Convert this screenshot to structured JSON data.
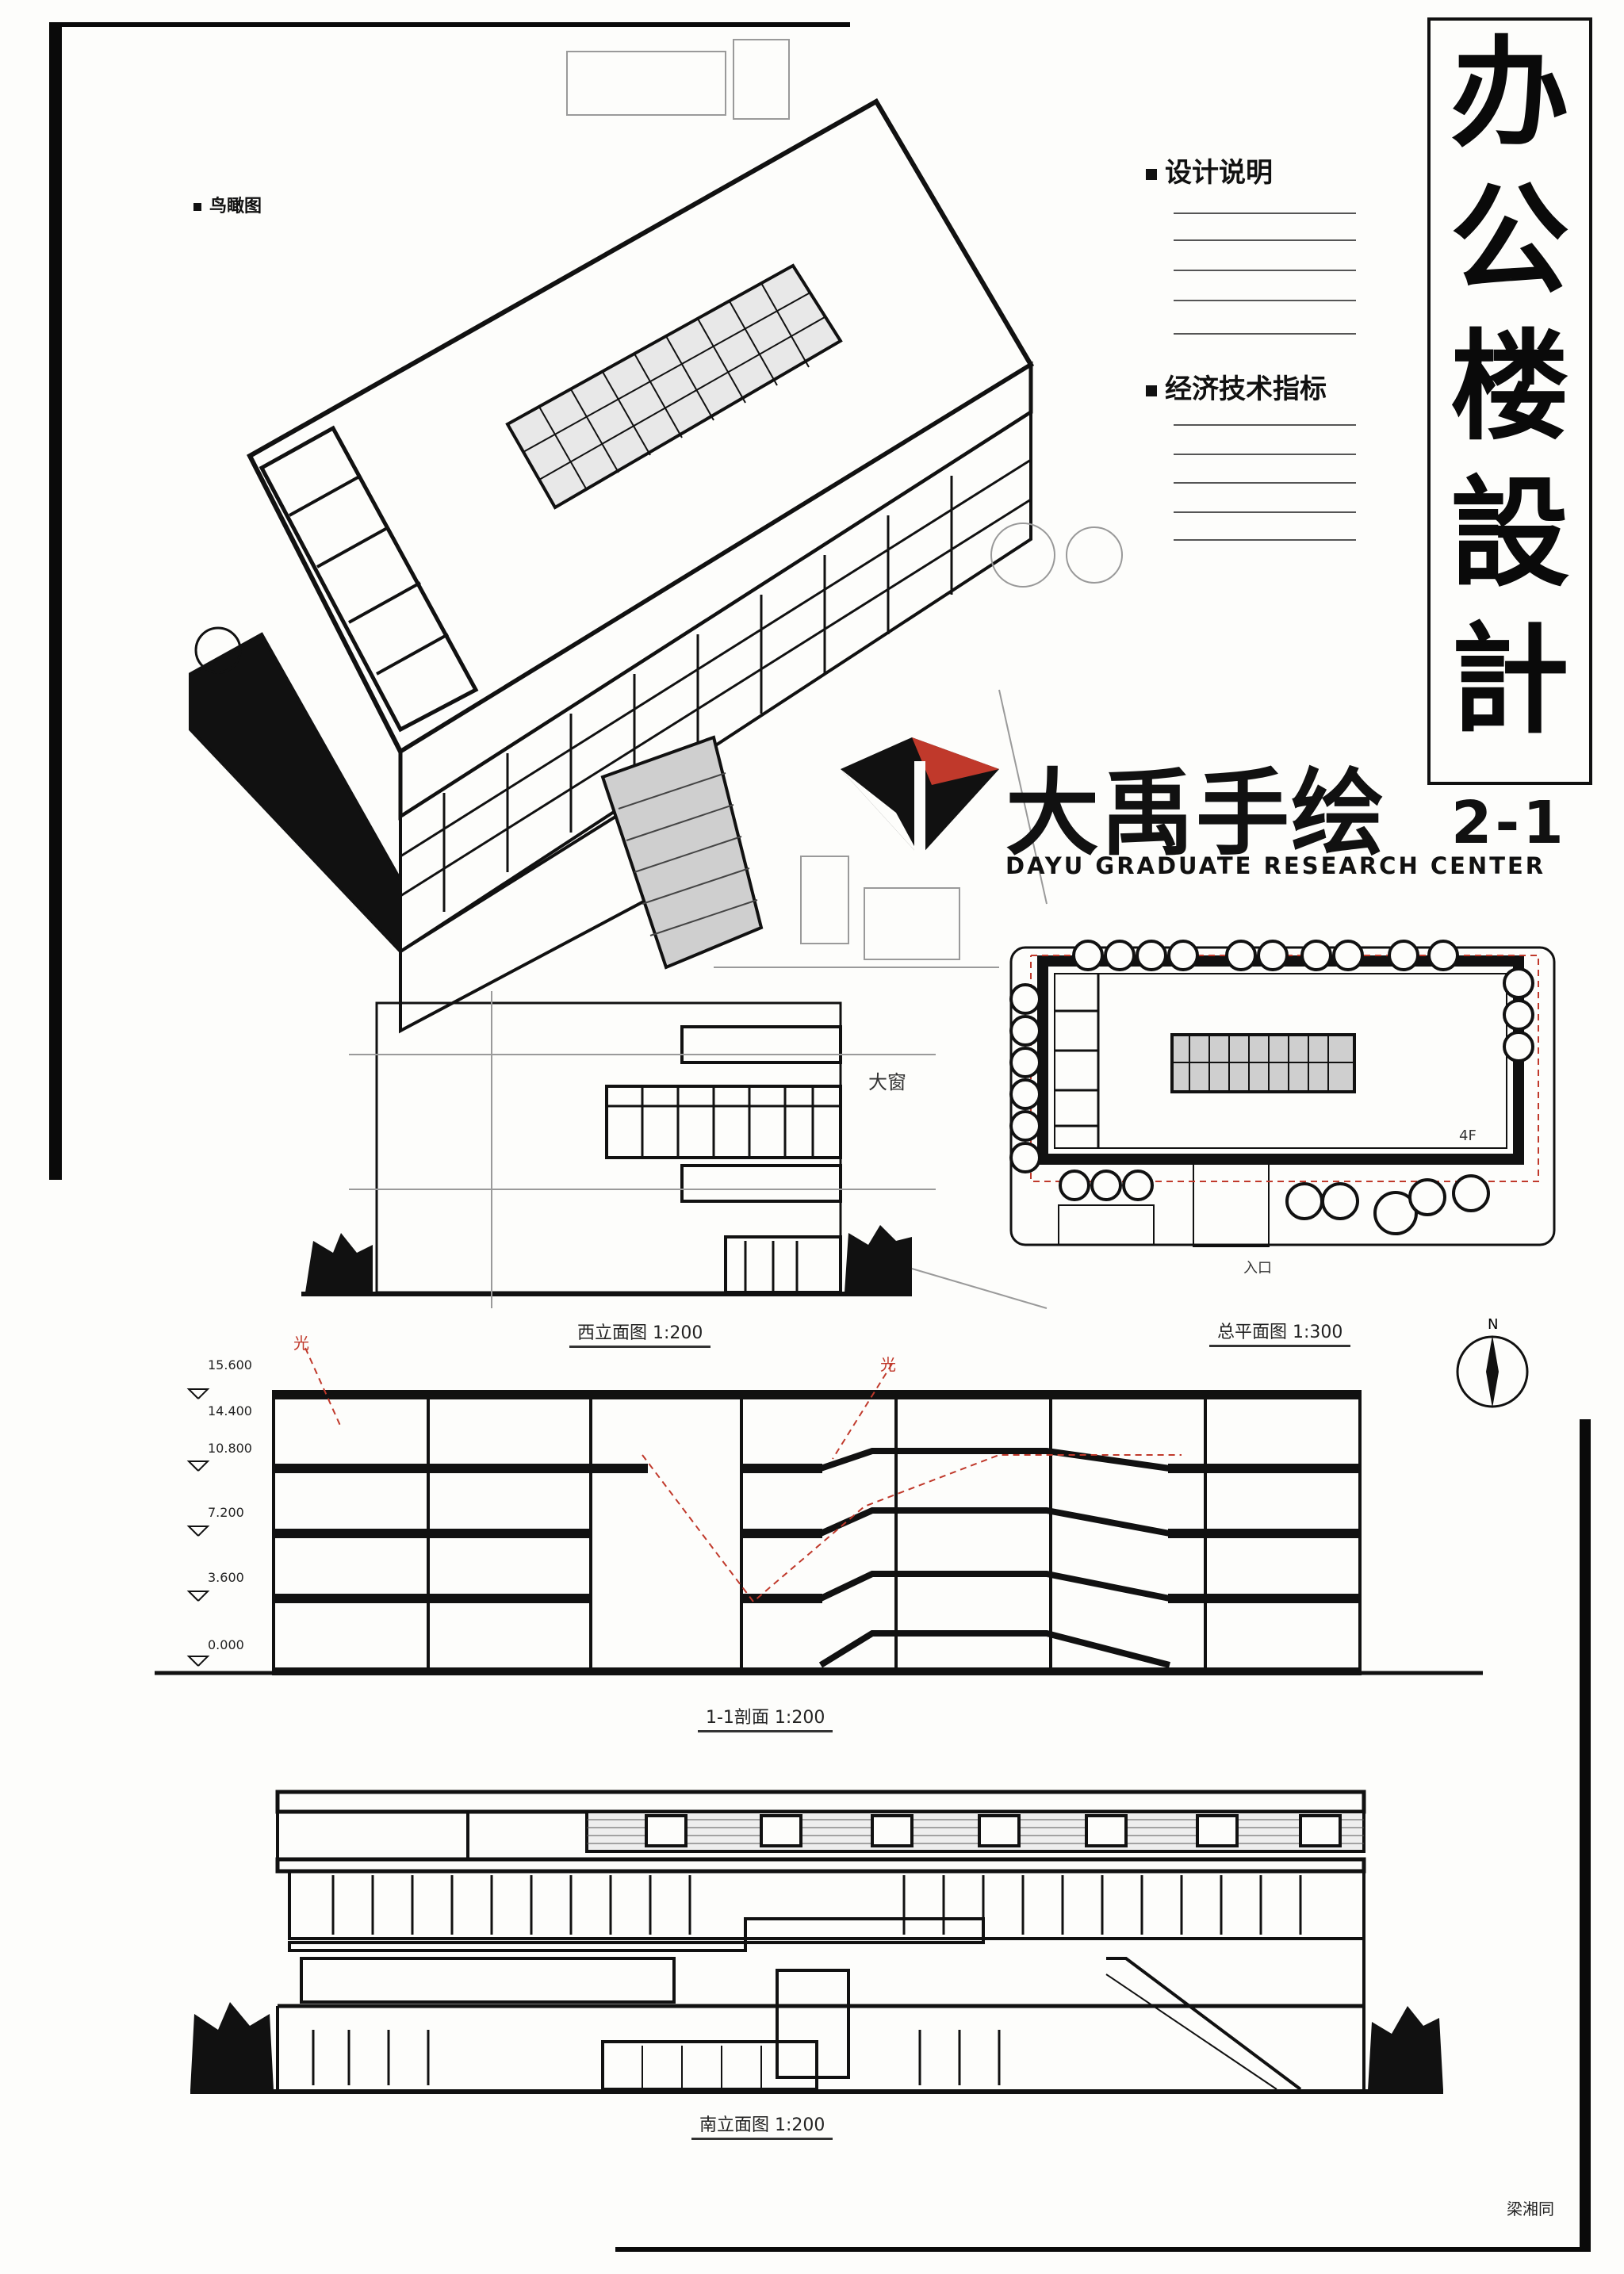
{
  "title": {
    "chars": [
      "办",
      "公",
      "楼",
      "設",
      "計"
    ],
    "sheet_number": "2-1"
  },
  "sections": {
    "design_notes": "设计说明",
    "technical_indicators": "经济技术指标",
    "aerial_view": "鸟瞰图"
  },
  "logo": {
    "name": "大禹手绘",
    "subtitle": "DAYU GRADUATE RESEARCH CENTER"
  },
  "drawings": {
    "west_elevation": "西立面图 1:200",
    "site_plan": "总平面图 1:300",
    "section": "1-1剖面 1:200",
    "south_elevation": "南立面图 1:200"
  },
  "labels": {
    "big_window": "大窗",
    "floor_tag": "4F",
    "light_left": "光",
    "light_right": "光",
    "entrance": "入口"
  },
  "levels": [
    "15.600",
    "14.400",
    "10.800",
    "7.200",
    "3.600",
    "0.000"
  ],
  "signature": "梁湘同",
  "colors": {
    "ink": "#111111",
    "paper": "#fdfdfb",
    "accent_red": "#c0392b",
    "pencil": "#9a9a9a"
  }
}
